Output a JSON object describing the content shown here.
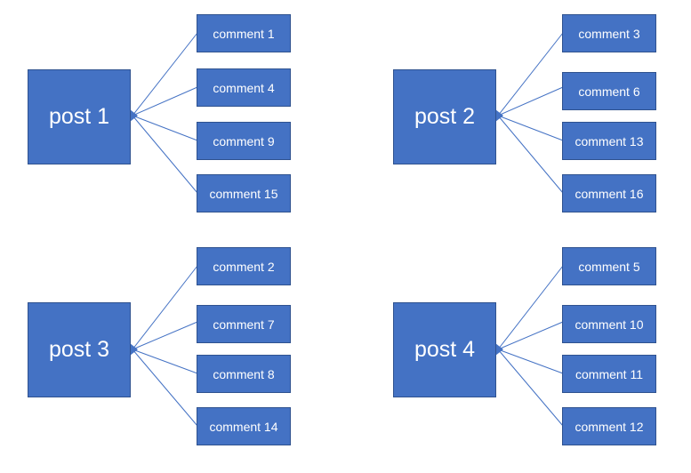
{
  "groups": [
    {
      "post": "post 1",
      "comments": [
        "comment 1",
        "comment 4",
        "comment 9",
        "comment 15"
      ]
    },
    {
      "post": "post 2",
      "comments": [
        "comment 3",
        "comment 6",
        "comment 13",
        "comment 16"
      ]
    },
    {
      "post": "post 3",
      "comments": [
        "comment 2",
        "comment 7",
        "comment 8",
        "comment 14"
      ]
    },
    {
      "post": "post 4",
      "comments": [
        "comment 5",
        "comment 10",
        "comment 11",
        "comment 12"
      ]
    }
  ],
  "colors": {
    "box_fill": "#4472c4",
    "box_border": "#2f528f",
    "connector": "#4472c4",
    "text": "#ffffff"
  }
}
